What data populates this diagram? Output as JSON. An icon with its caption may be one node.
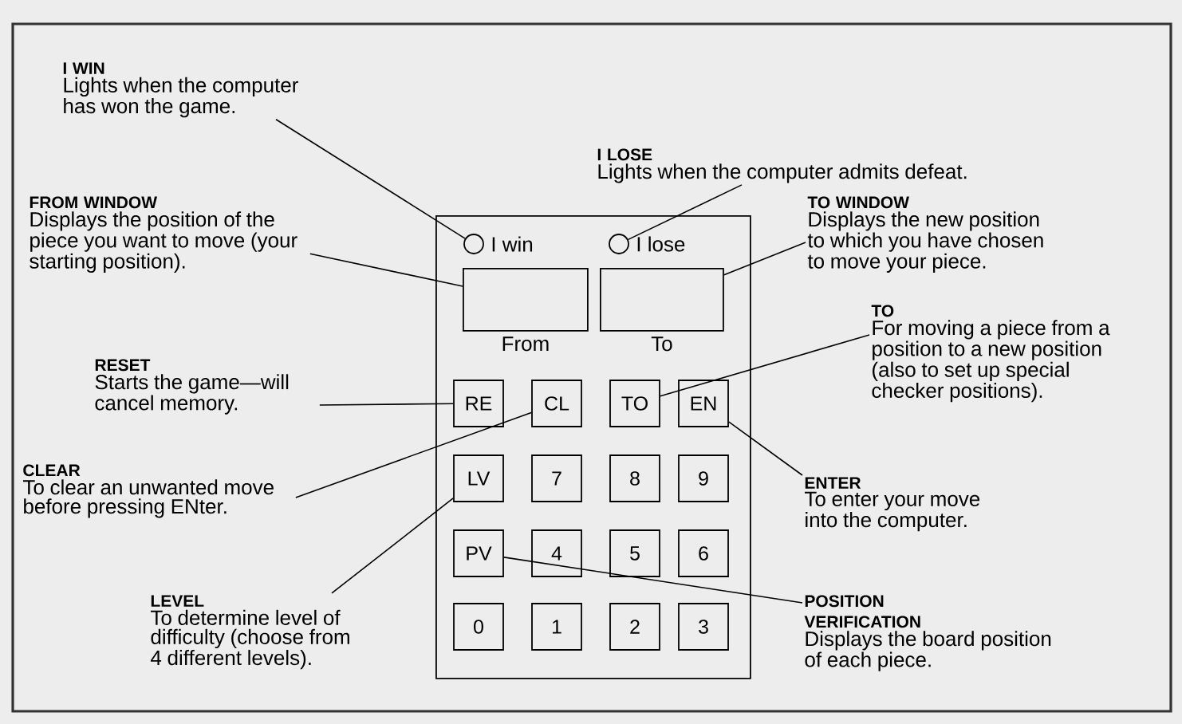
{
  "diagram": {
    "nodes": [
      {
        "text": [
          "I WIN",
          "Lights when the computer has won the game."
        ]
      },
      {
        "text": [
          "I LOSE",
          "Lights when the computer admits defeat."
        ]
      },
      {
        "text": [
          "FROM WINDOW",
          "Displays the position of the piece you want to move (your starting position)."
        ]
      },
      {
        "text": [
          "TO WINDOW",
          "Displays the new position to which you have chosen to move your piece."
        ]
      },
      {
        "text": [
          "RESET",
          "Starts the game—will cancel memory."
        ]
      },
      {
        "text": [
          "TO",
          "For moving a piece from a position to a new position (also to set up special checker positions)."
        ]
      },
      {
        "text": [
          "CLEAR",
          "To clear an unwanted move before pressing ENter."
        ]
      },
      {
        "text": [
          "ENTER",
          "To enter your move into the computer."
        ]
      },
      {
        "text": [
          "LEVEL",
          "To determine level of difficulty (choose from 4 different levels)."
        ]
      },
      {
        "text": [
          "POSITION VERIFICATION",
          "Displays the board position of each piece."
        ]
      },
      {
        "text": [],
        "shape": "box"
      },
      {
        "text": [],
        "shape": "circle",
        "beside": [
          "I win"
        ],
        "in": 10
      },
      {
        "text": [],
        "shape": "circle",
        "beside": [
          "I lose"
        ],
        "in": 10
      },
      {
        "text": [],
        "shape": "box",
        "beside": [
          "From"
        ],
        "in": 10
      },
      {
        "text": [],
        "shape": "box",
        "beside": [
          "To"
        ],
        "in": 10
      },
      {
        "text": [
          "RE"
        ],
        "in": 10
      },
      {
        "text": [
          "CL"
        ],
        "in": 10
      },
      {
        "text": [
          "TO"
        ],
        "in": 10
      },
      {
        "text": [
          "EN"
        ],
        "in": 10
      },
      {
        "text": [
          "LV"
        ],
        "in": 10
      },
      {
        "text": [
          "7"
        ],
        "in": 10
      },
      {
        "text": [
          "8"
        ],
        "in": 10
      },
      {
        "text": [
          "9"
        ],
        "in": 10
      },
      {
        "text": [
          "PV"
        ],
        "in": 10
      },
      {
        "text": [
          "4"
        ],
        "in": 10
      },
      {
        "text": [
          "5"
        ],
        "in": 10
      },
      {
        "text": [
          "6"
        ],
        "in": 10
      },
      {
        "text": [
          "0"
        ],
        "in": 10
      },
      {
        "text": [
          "1"
        ],
        "in": 10
      },
      {
        "text": [
          "2"
        ],
        "in": 10
      },
      {
        "text": [
          "3"
        ],
        "in": 10
      }
    ],
    "edges": [
      {
        "from": 0,
        "to": 11,
        "arrow": "none"
      },
      {
        "from": 1,
        "to": 12,
        "arrow": "none"
      },
      {
        "from": 2,
        "to": 13,
        "arrow": "none"
      },
      {
        "from": 3,
        "to": 14,
        "arrow": "none"
      },
      {
        "from": 4,
        "to": 15,
        "arrow": "none"
      },
      {
        "from": 6,
        "to": 16,
        "arrow": "none"
      },
      {
        "from": 5,
        "to": 17,
        "arrow": "none"
      },
      {
        "from": 7,
        "to": 18,
        "arrow": "none"
      },
      {
        "from": 8,
        "to": 19,
        "arrow": "none"
      },
      {
        "from": 9,
        "to": 23,
        "arrow": "none"
      }
    ]
  }
}
